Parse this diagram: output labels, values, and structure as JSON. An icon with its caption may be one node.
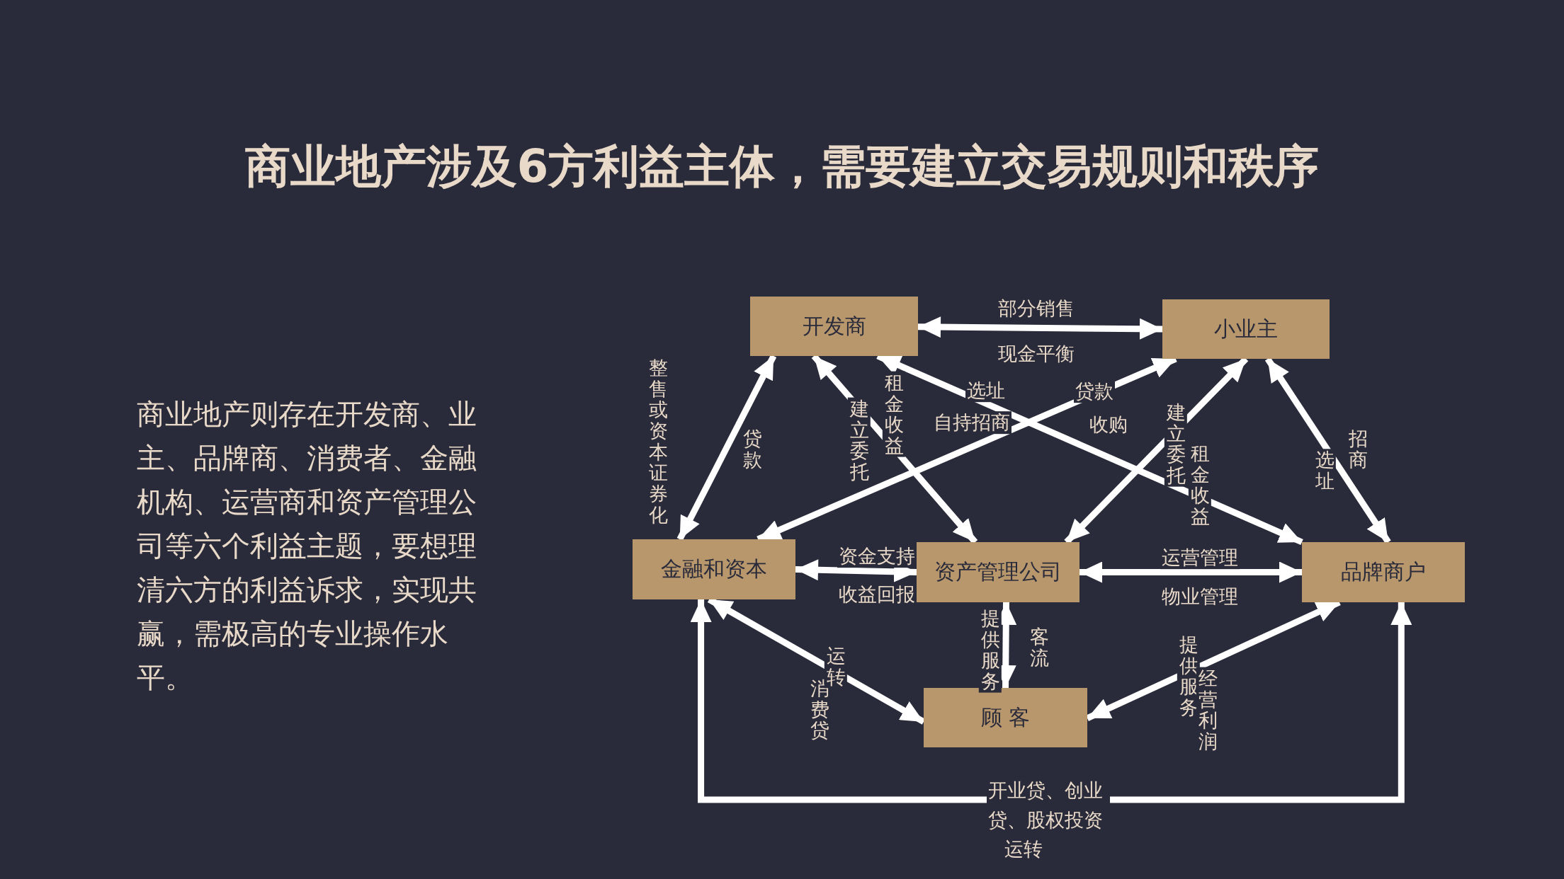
{
  "diagram": {
    "title": "商业地产涉及6方利益主体，需要建立交易规则和秩序",
    "nodes": [
      {
        "text": [
          "开发商"
        ]
      },
      {
        "text": [
          "小业主"
        ]
      },
      {
        "text": [
          "金融和资本"
        ]
      },
      {
        "text": [
          "资产管理公司"
        ]
      },
      {
        "text": [
          "品牌商户"
        ]
      },
      {
        "text": [
          "顾 客"
        ]
      }
    ],
    "edges": [
      {
        "from": 0,
        "to": 1,
        "arrow": "both",
        "label": "部分销售"
      },
      {
        "from": 2,
        "to": 0,
        "arrow": "both",
        "label": "贷款"
      },
      {
        "from": 0,
        "to": 3,
        "arrow": "both",
        "label": "建立委托"
      },
      {
        "from": 0,
        "to": 4,
        "arrow": "both",
        "label": "自持招商"
      },
      {
        "from": 2,
        "to": 1,
        "arrow": "both",
        "label": "贷款"
      },
      {
        "from": 3,
        "to": 1,
        "arrow": "both",
        "label": "建立委托"
      },
      {
        "from": 1,
        "to": 4,
        "arrow": "both",
        "label": "招商"
      },
      {
        "from": 2,
        "to": 3,
        "arrow": "both",
        "label": "资金支持"
      },
      {
        "from": 3,
        "to": 4,
        "arrow": "both",
        "label": "运营管理"
      },
      {
        "from": 3,
        "to": 5,
        "arrow": "both",
        "label": "提供服务"
      },
      {
        "from": 2,
        "to": 5,
        "arrow": "both",
        "label": "消费贷"
      },
      {
        "from": 5,
        "to": 4,
        "arrow": "both",
        "label": "提供服务"
      },
      {
        "from": 2,
        "to": 4,
        "arrow": "both",
        "label": "开业贷、创业贷、股权投资"
      }
    ],
    "labels": [
      "商业地产则存在开发商、业主、品牌商、消费者、金融机构、运营商和资产管理公司等六个利益主题，要想理清六方的利益诉求，实现共赢，需极高的专业操作水平。",
      "现金平衡",
      "整售或资本证券化",
      "租金收益",
      "选址",
      "收购",
      "租金收益",
      "选址",
      "收益回报",
      "物业管理",
      "客流",
      "运转",
      "经营利润",
      "运转"
    ]
  }
}
